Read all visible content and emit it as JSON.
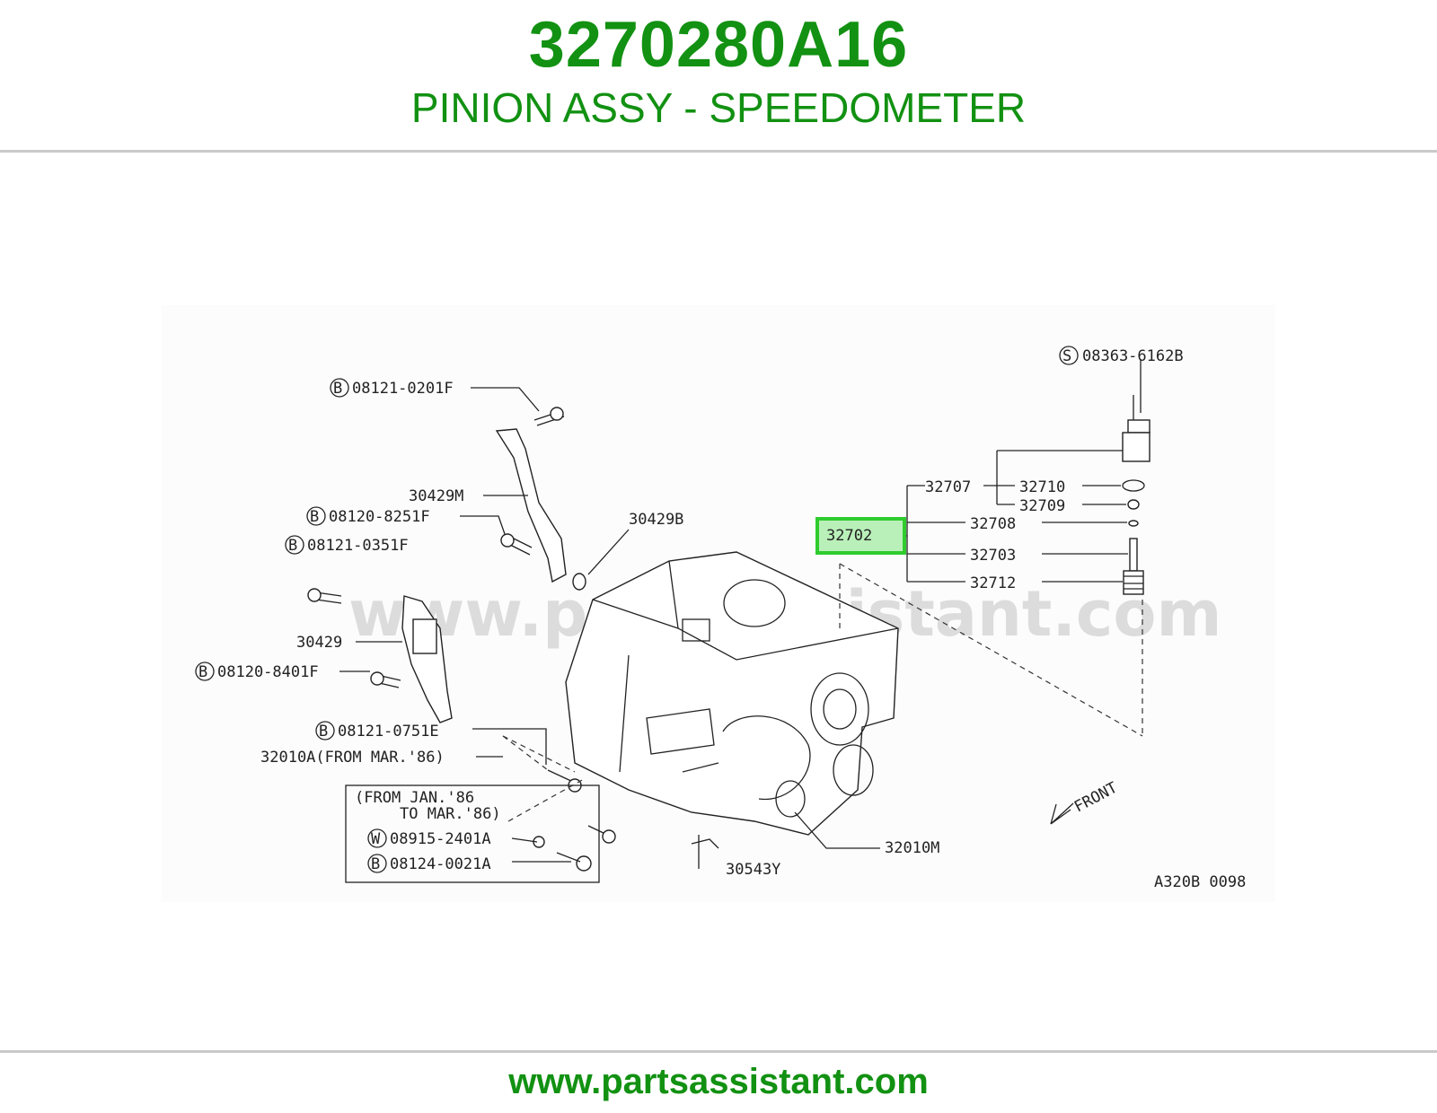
{
  "header": {
    "part_number": "3270280A16",
    "part_name": "PINION ASSY - SPEEDOMETER"
  },
  "footer": {
    "url": "www.partsassistant.com"
  },
  "diagram": {
    "watermark": "www.partsassistant.com",
    "code": "A320B 0098",
    "front_label": "FRONT",
    "highlight_color": "#2ecc2e",
    "callouts": {
      "s_08363_6162b": {
        "prefix": "S",
        "text": "08363-6162B"
      },
      "b_08121_0201f": {
        "prefix": "B",
        "text": "08121-0201F"
      },
      "p_30429m": {
        "text": "30429M"
      },
      "b_08120_8251f": {
        "prefix": "B",
        "text": "08120-8251F"
      },
      "p_30429b": {
        "text": "30429B"
      },
      "b_08121_0351f": {
        "prefix": "B",
        "text": "08121-0351F"
      },
      "p_30429": {
        "text": "30429"
      },
      "b_08120_8401f": {
        "prefix": "B",
        "text": "08120-8401F"
      },
      "b_08121_0751e": {
        "prefix": "B",
        "text": "08121-0751E"
      },
      "p_32010a": {
        "text": "32010A(FROM MAR.'86)"
      },
      "note_line1": {
        "text": "(FROM JAN.'86"
      },
      "note_line2": {
        "text": "TO MAR.'86)"
      },
      "w_08915_2401a": {
        "prefix": "W",
        "text": "08915-2401A"
      },
      "b_08124_0021a": {
        "prefix": "B",
        "text": "08124-0021A"
      },
      "p_30543y": {
        "text": "30543Y"
      },
      "p_32010m": {
        "text": "32010M"
      },
      "p_32702": {
        "text": "32702"
      },
      "p_32707": {
        "text": "32707"
      },
      "p_32710": {
        "text": "32710"
      },
      "p_32709": {
        "text": "32709"
      },
      "p_32708": {
        "text": "32708"
      },
      "p_32703": {
        "text": "32703"
      },
      "p_32712": {
        "text": "32712"
      }
    }
  }
}
